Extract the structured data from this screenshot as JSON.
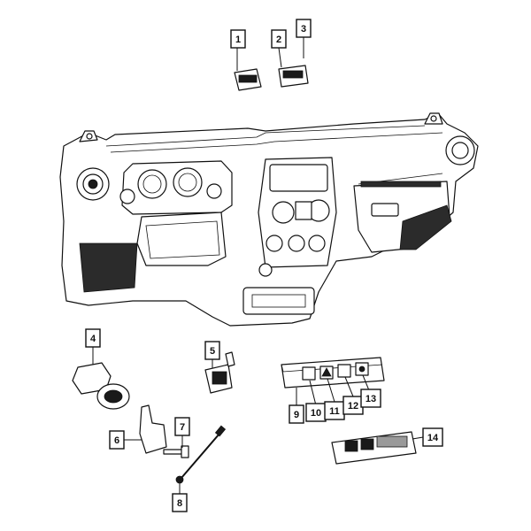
{
  "callouts": [
    {
      "id": "1",
      "label": "1"
    },
    {
      "id": "2",
      "label": "2"
    },
    {
      "id": "3",
      "label": "3"
    },
    {
      "id": "4",
      "label": "4"
    },
    {
      "id": "5",
      "label": "5"
    },
    {
      "id": "6",
      "label": "6"
    },
    {
      "id": "7",
      "label": "7"
    },
    {
      "id": "8",
      "label": "8"
    },
    {
      "id": "9",
      "label": "9"
    },
    {
      "id": "10",
      "label": "10"
    },
    {
      "id": "11",
      "label": "11"
    },
    {
      "id": "12",
      "label": "12"
    },
    {
      "id": "13",
      "label": "13"
    },
    {
      "id": "14",
      "label": "14"
    }
  ],
  "colors": {
    "line": "#111111",
    "background": "#ffffff",
    "shade": "#1a1a1a"
  }
}
